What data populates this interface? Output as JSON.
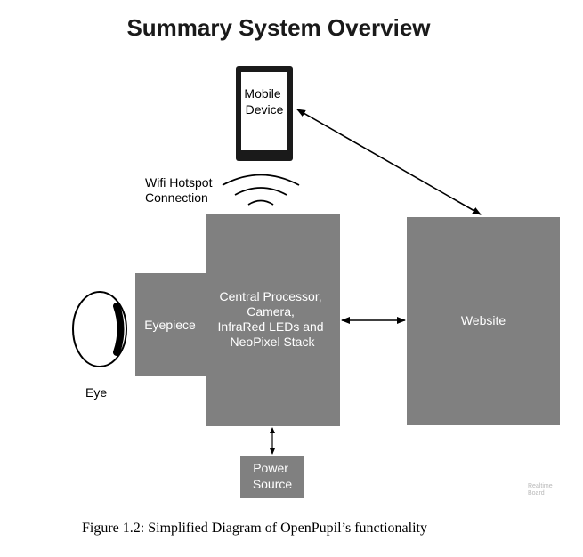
{
  "title": "Summary System Overview",
  "mobile_device": {
    "lines": [
      "Mobile",
      "Device"
    ]
  },
  "wifi": {
    "lines": [
      "Wifi Hotspot",
      "Connection"
    ]
  },
  "central": {
    "lines": [
      "Central Processor,",
      "Camera,",
      "InfraRed LEDs and",
      "NeoPixel Stack"
    ]
  },
  "eyepiece": {
    "label": "Eyepiece"
  },
  "eye": {
    "label": "Eye"
  },
  "website": {
    "label": "Website"
  },
  "power": {
    "lines": [
      "Power",
      "Source"
    ]
  },
  "watermark": {
    "lines": [
      "Realtime",
      "Board"
    ]
  },
  "caption": "Figure 1.2: Simplified Diagram of OpenPupil’s functionality",
  "colors": {
    "box_fill": "#808080",
    "box_text": "#ffffff",
    "line": "#000000",
    "watermark": "#b8b8b8"
  }
}
